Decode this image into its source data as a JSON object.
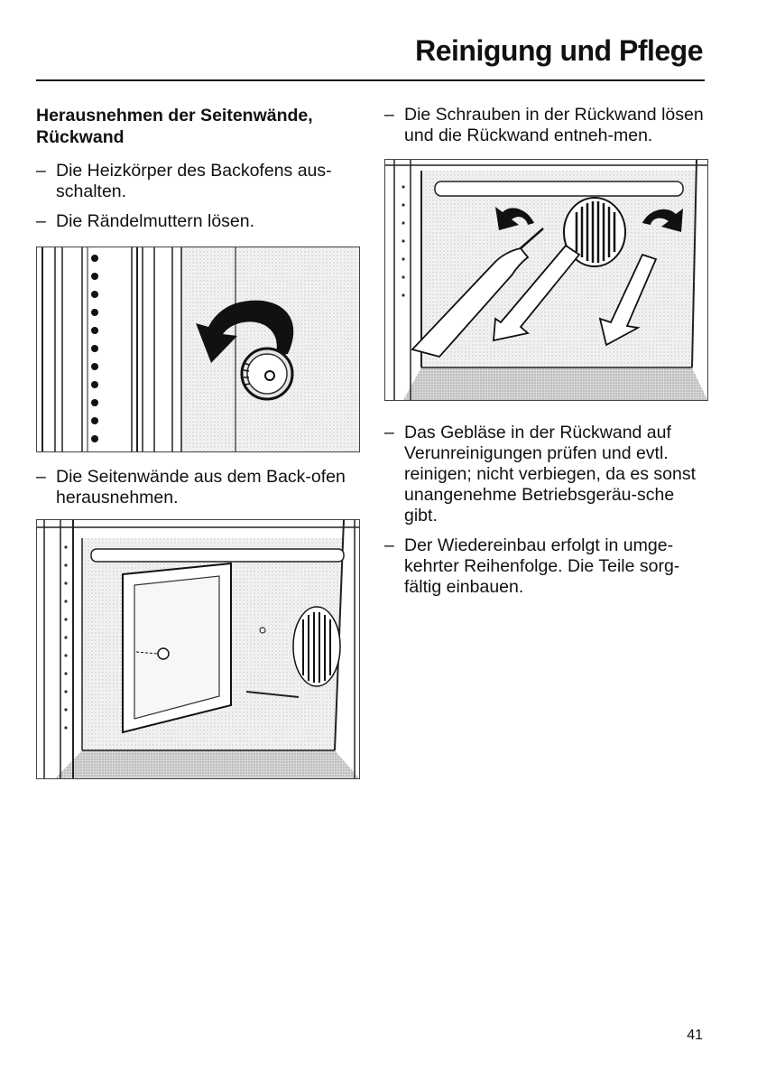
{
  "header": {
    "title": "Reinigung und Pflege"
  },
  "left": {
    "heading": "Herausnehmen der Seitenwände, Rückwand",
    "steps": [
      "Die Heizkörper des Backofens aus-schalten.",
      "Die Rändelmuttern lösen.",
      "Die Seitenwände aus dem Back-ofen herausnehmen."
    ]
  },
  "right": {
    "steps": [
      "Die Schrauben in der Rückwand lösen und die Rückwand entneh-men.",
      "Das Gebläse in der Rückwand auf Verunreinigungen prüfen und evtl. reinigen; nicht verbiegen, da es sonst unangenehme Betriebsgeräu-sche gibt.",
      "Der Wiedereinbau erfolgt in umge-kehrter Reihenfolge. Die Teile sorg-fältig einbauen."
    ]
  },
  "footer": {
    "page_number": "41"
  },
  "icons": {
    "fig1": "knurled-nut-rotate-icon",
    "fig2": "side-wall-removal-icon",
    "fig3": "rear-wall-screws-icon"
  }
}
